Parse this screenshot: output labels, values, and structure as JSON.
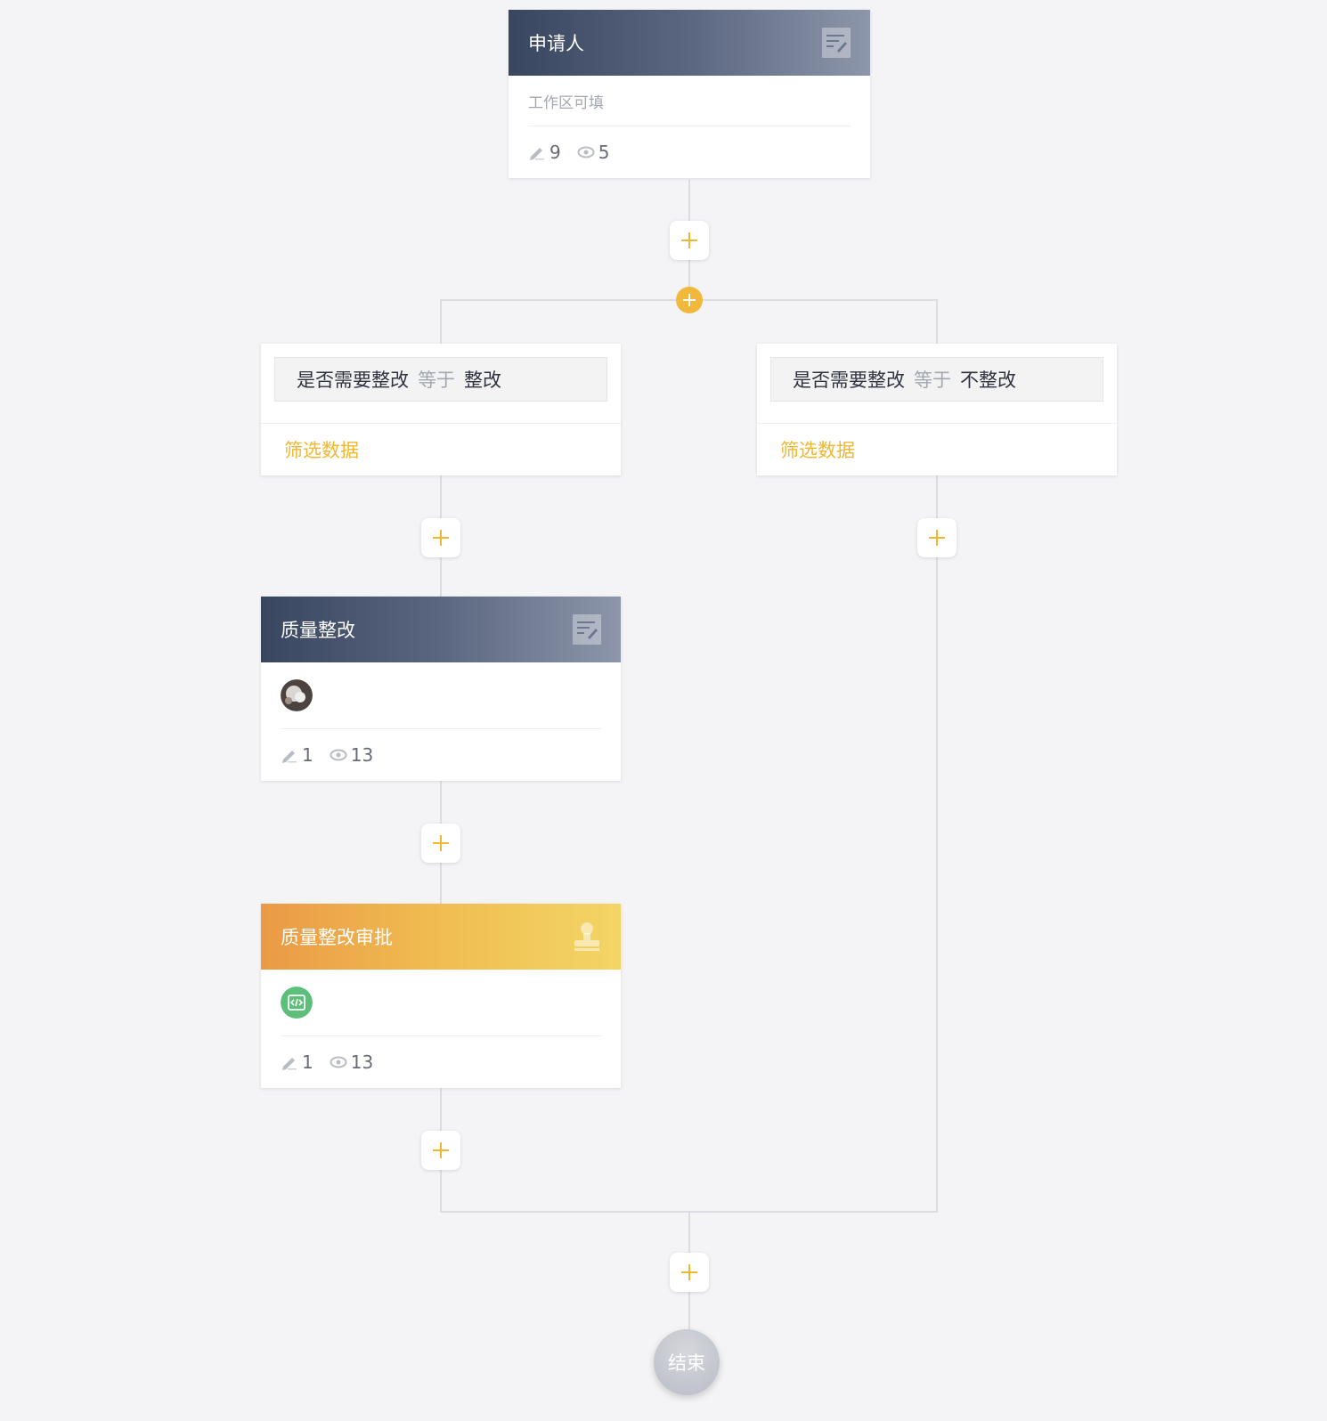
{
  "colors": {
    "accent": "#f0b731",
    "line": "#dcdde2",
    "header_dark": "#394660",
    "header_orange": "#eb9a45"
  },
  "nodes": {
    "applicant": {
      "title": "申请人",
      "subtitle": "工作区可填",
      "edit_count": "9",
      "view_count": "5",
      "icon": "form-icon"
    },
    "rectification": {
      "title": "质量整改",
      "edit_count": "1",
      "view_count": "13",
      "icon": "form-icon"
    },
    "approval": {
      "title": "质量整改审批",
      "edit_count": "1",
      "view_count": "13",
      "icon": "stamp-icon"
    },
    "end": {
      "label": "结束"
    }
  },
  "branches": [
    {
      "field": "是否需要整改",
      "operator": "等于",
      "value": "整改",
      "link": "筛选数据"
    },
    {
      "field": "是否需要整改",
      "operator": "等于",
      "value": "不整改",
      "link": "筛选数据"
    }
  ]
}
